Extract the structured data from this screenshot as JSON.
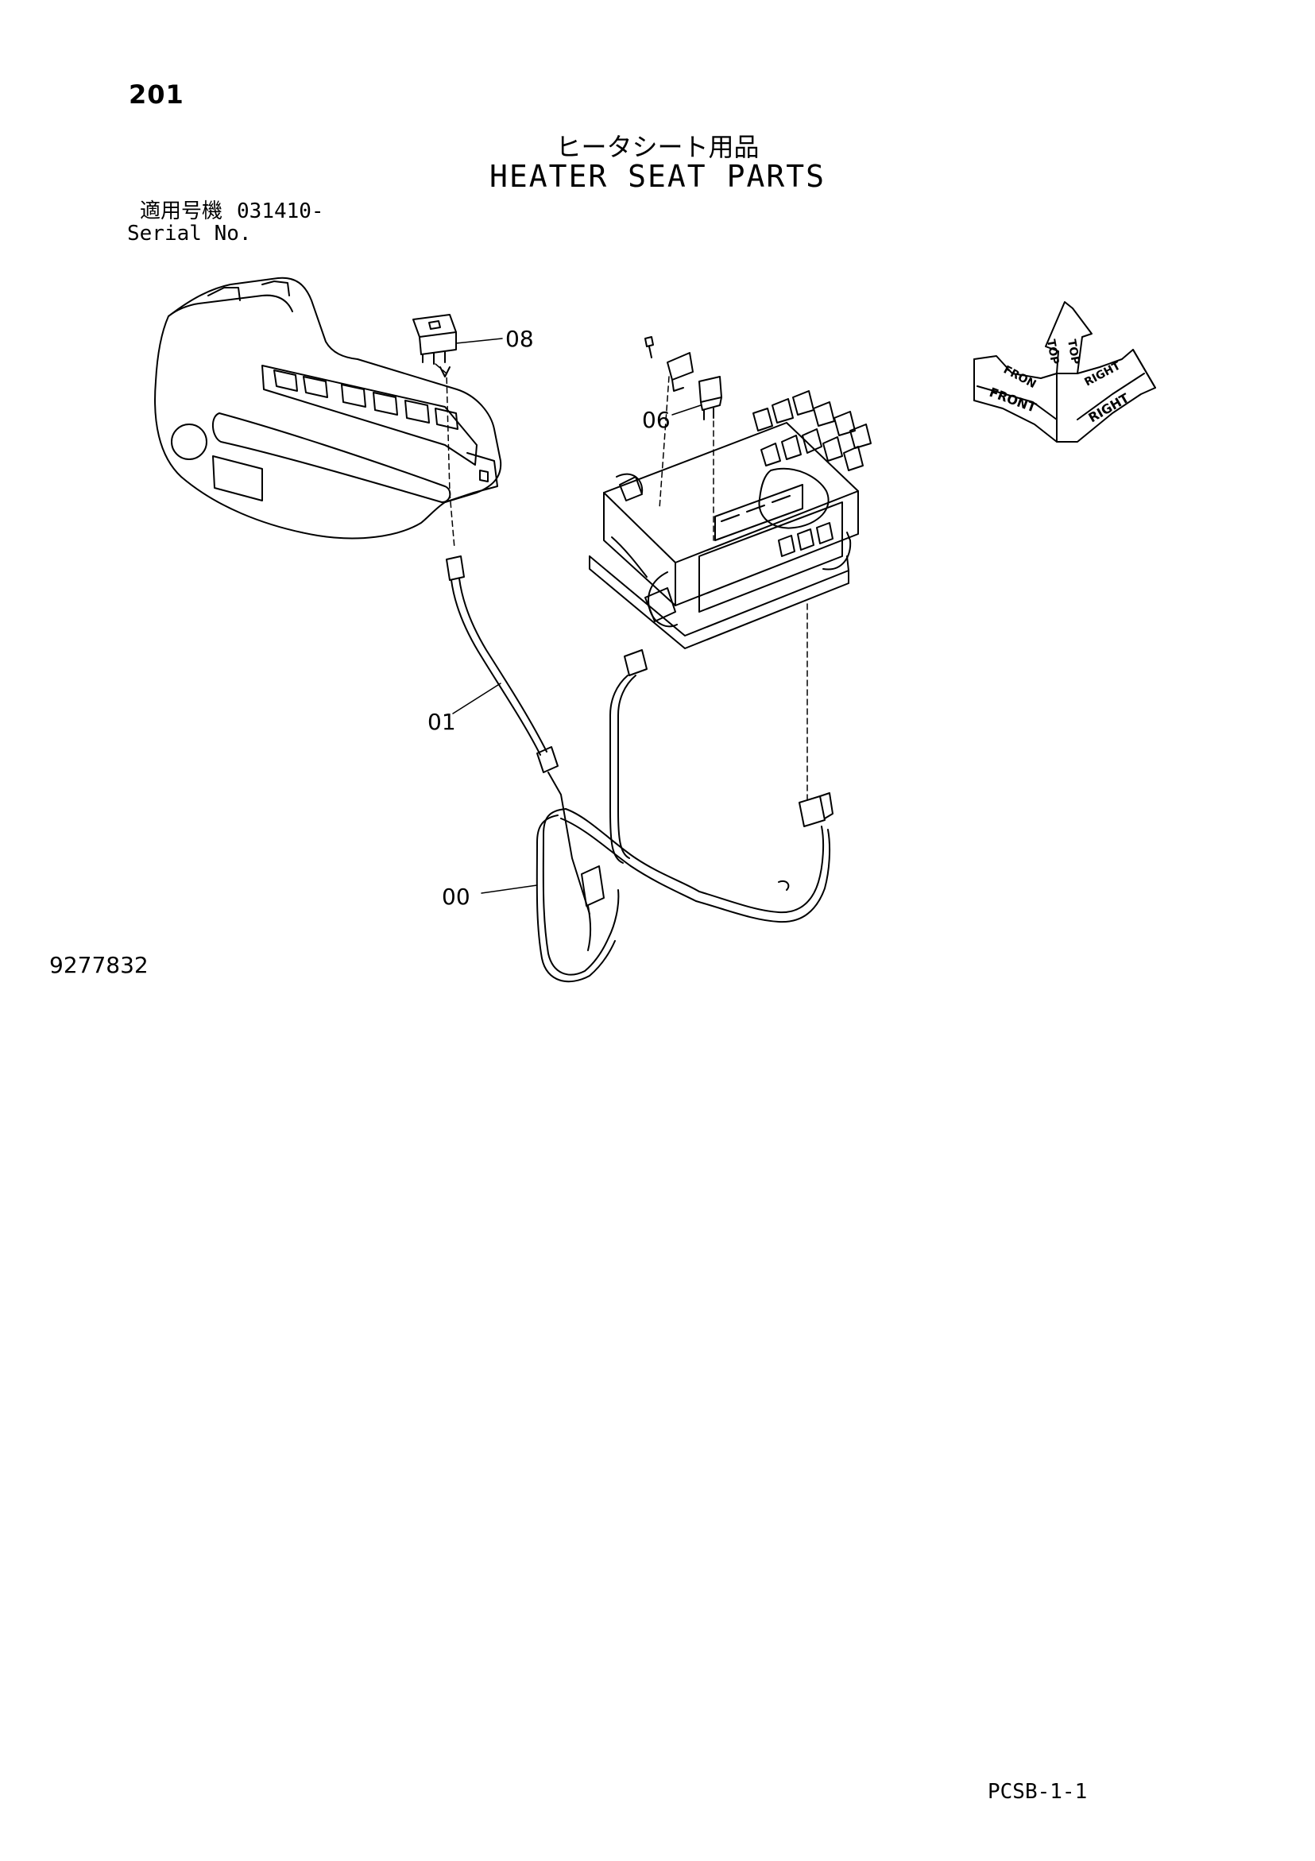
{
  "page_number": "201",
  "title_japanese": "ヒータシート用品",
  "title_english": "HEATER SEAT PARTS",
  "serial": {
    "label_japanese": "適用号機",
    "label_english": "Serial No.",
    "value": "031410-"
  },
  "callouts": [
    "08",
    "06",
    "01",
    "00"
  ],
  "orientation": {
    "top": "TOP",
    "front_upper": "FRON",
    "front_lower": "FRONT",
    "right_upper": "RIGHT",
    "right_lower": "RIGHT"
  },
  "diagram_number": "9277832",
  "footer_code": "PCSB-1-1"
}
